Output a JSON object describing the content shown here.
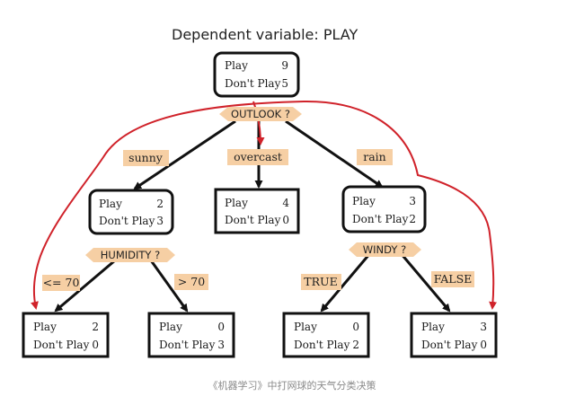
{
  "title": "Dependent variable: PLAY",
  "root": {
    "play_label": "Play",
    "play": "9",
    "dont_label": "Don't Play",
    "dont": "5"
  },
  "outlook": {
    "question": "OUTLOOK ?",
    "sunny": "sunny",
    "overcast": "overcast",
    "rain": "rain"
  },
  "sunny_node": {
    "play_label": "Play",
    "play": "2",
    "dont_label": "Don't Play",
    "dont": "3"
  },
  "overcast_node": {
    "play_label": "Play",
    "play": "4",
    "dont_label": "Don't Play",
    "dont": "0"
  },
  "rain_node": {
    "play_label": "Play",
    "play": "3",
    "dont_label": "Don't Play",
    "dont": "2"
  },
  "humidity": {
    "question": "HUMIDITY ?",
    "low": "<= 70",
    "high": "> 70"
  },
  "windy": {
    "question": "WINDY ?",
    "true_label": "TRUE",
    "false_label": "FALSE"
  },
  "leaf_hum_low": {
    "play_label": "Play",
    "play": "2",
    "dont_label": "Don't Play",
    "dont": "0"
  },
  "leaf_hum_high": {
    "play_label": "Play",
    "play": "0",
    "dont_label": "Don't Play",
    "dont": "3"
  },
  "leaf_windy_true": {
    "play_label": "Play",
    "play": "0",
    "dont_label": "Don't Play",
    "dont": "2"
  },
  "leaf_windy_false": {
    "play_label": "Play",
    "play": "3",
    "dont_label": "Don't Play",
    "dont": "0"
  },
  "caption": "《机器学习》中打网球的天气分类决策",
  "colors": {
    "label_fill": "#f6cfa4",
    "red_path": "#d0222a",
    "edge": "#111111"
  }
}
